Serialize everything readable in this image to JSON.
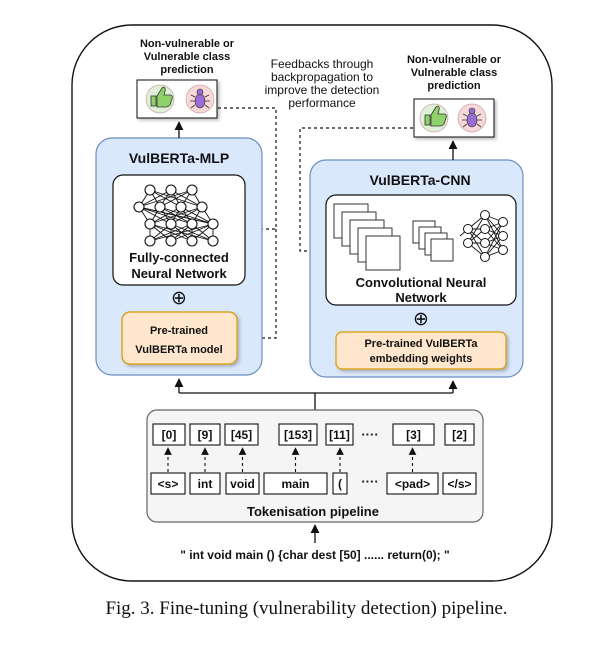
{
  "pred_left": {
    "line1": "Non-vulnerable or",
    "line2": "Vulnerable class",
    "line3": "prediction"
  },
  "pred_right": {
    "line1": "Non-vulnerable or",
    "line2": "Vulnerable class",
    "line3": "prediction"
  },
  "feedback": {
    "line1": "Feedbacks through",
    "line2": "backpropagation to",
    "line3": "improve the detection",
    "line4": "performance"
  },
  "mlp": {
    "title": "VulBERTa-MLP",
    "nn_line1": "Fully-connected",
    "nn_line2": "Neural Network",
    "pretrained_line1": "Pre-trained",
    "pretrained_line2": "VulBERTa model"
  },
  "cnn": {
    "title": "VulBERTa-CNN",
    "nn_line1": "Convolutional Neural",
    "nn_line2": "Network",
    "weights_line1": "Pre-trained VulBERTa",
    "weights_line2": "embedding weights"
  },
  "plus_symbol": "⊕",
  "tokenisation": {
    "title": "Tokenisation pipeline",
    "ids": [
      "[0]",
      "[9]",
      "[45]",
      "[153]",
      "[11]",
      "[3]",
      "[2]"
    ],
    "tokens": [
      "<s>",
      "int",
      "void",
      "main",
      "(",
      "<pad>",
      "</s>"
    ],
    "ellipsis": "····"
  },
  "input_code": "\" int void main () {char dest [50] ...... return(0); \"",
  "caption": "Fig. 3.   Fine-tuning (vulnerability detection) pipeline."
}
